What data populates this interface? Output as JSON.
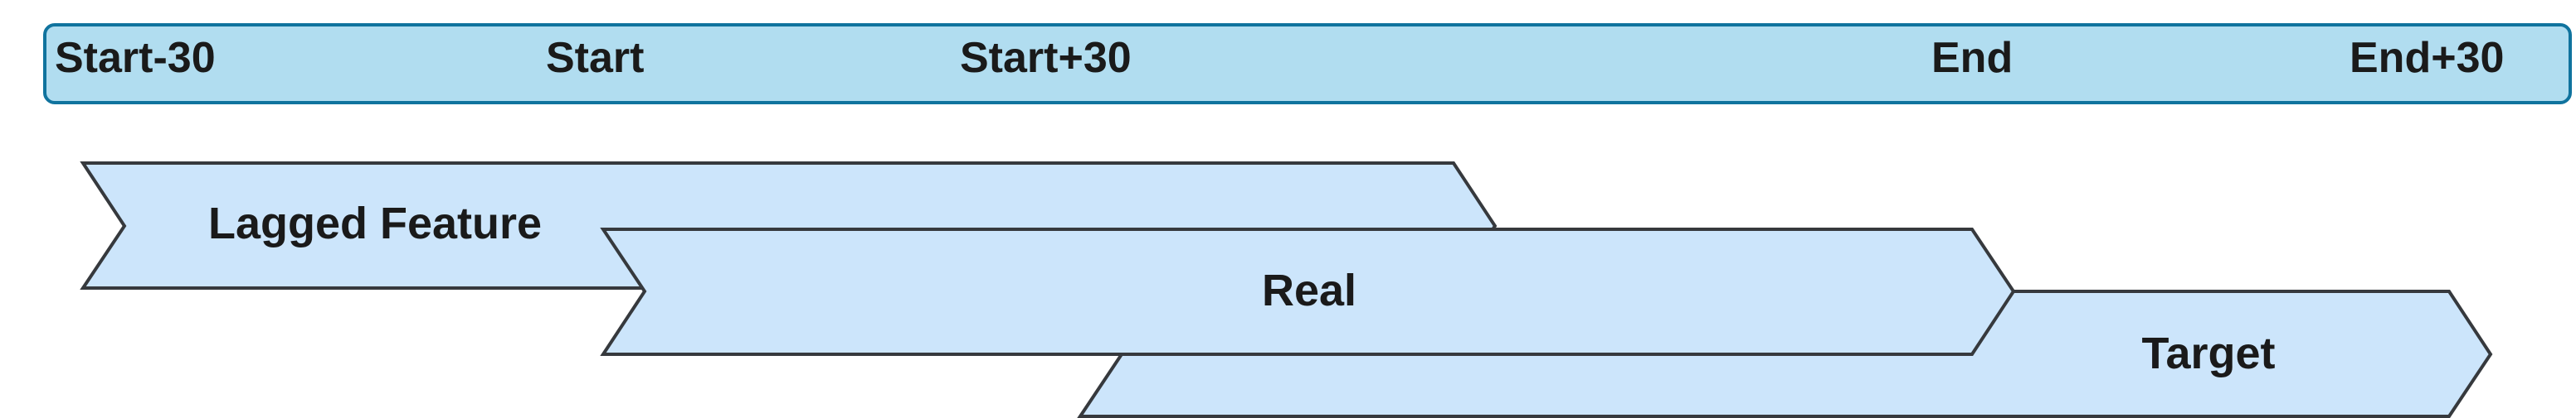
{
  "timeline": {
    "labels": [
      "Start-30",
      "Start",
      "Start+30",
      "End",
      "End+30"
    ]
  },
  "segments": {
    "lagged_feature": "Lagged Feature",
    "real": "Real",
    "target": "Target"
  },
  "colors": {
    "timeline_fill": "#b1ddf0",
    "timeline_stroke": "#10739e",
    "chevron_fill": "#cce5fb",
    "chevron_stroke": "#36393d",
    "text": "#1a1a1a"
  }
}
